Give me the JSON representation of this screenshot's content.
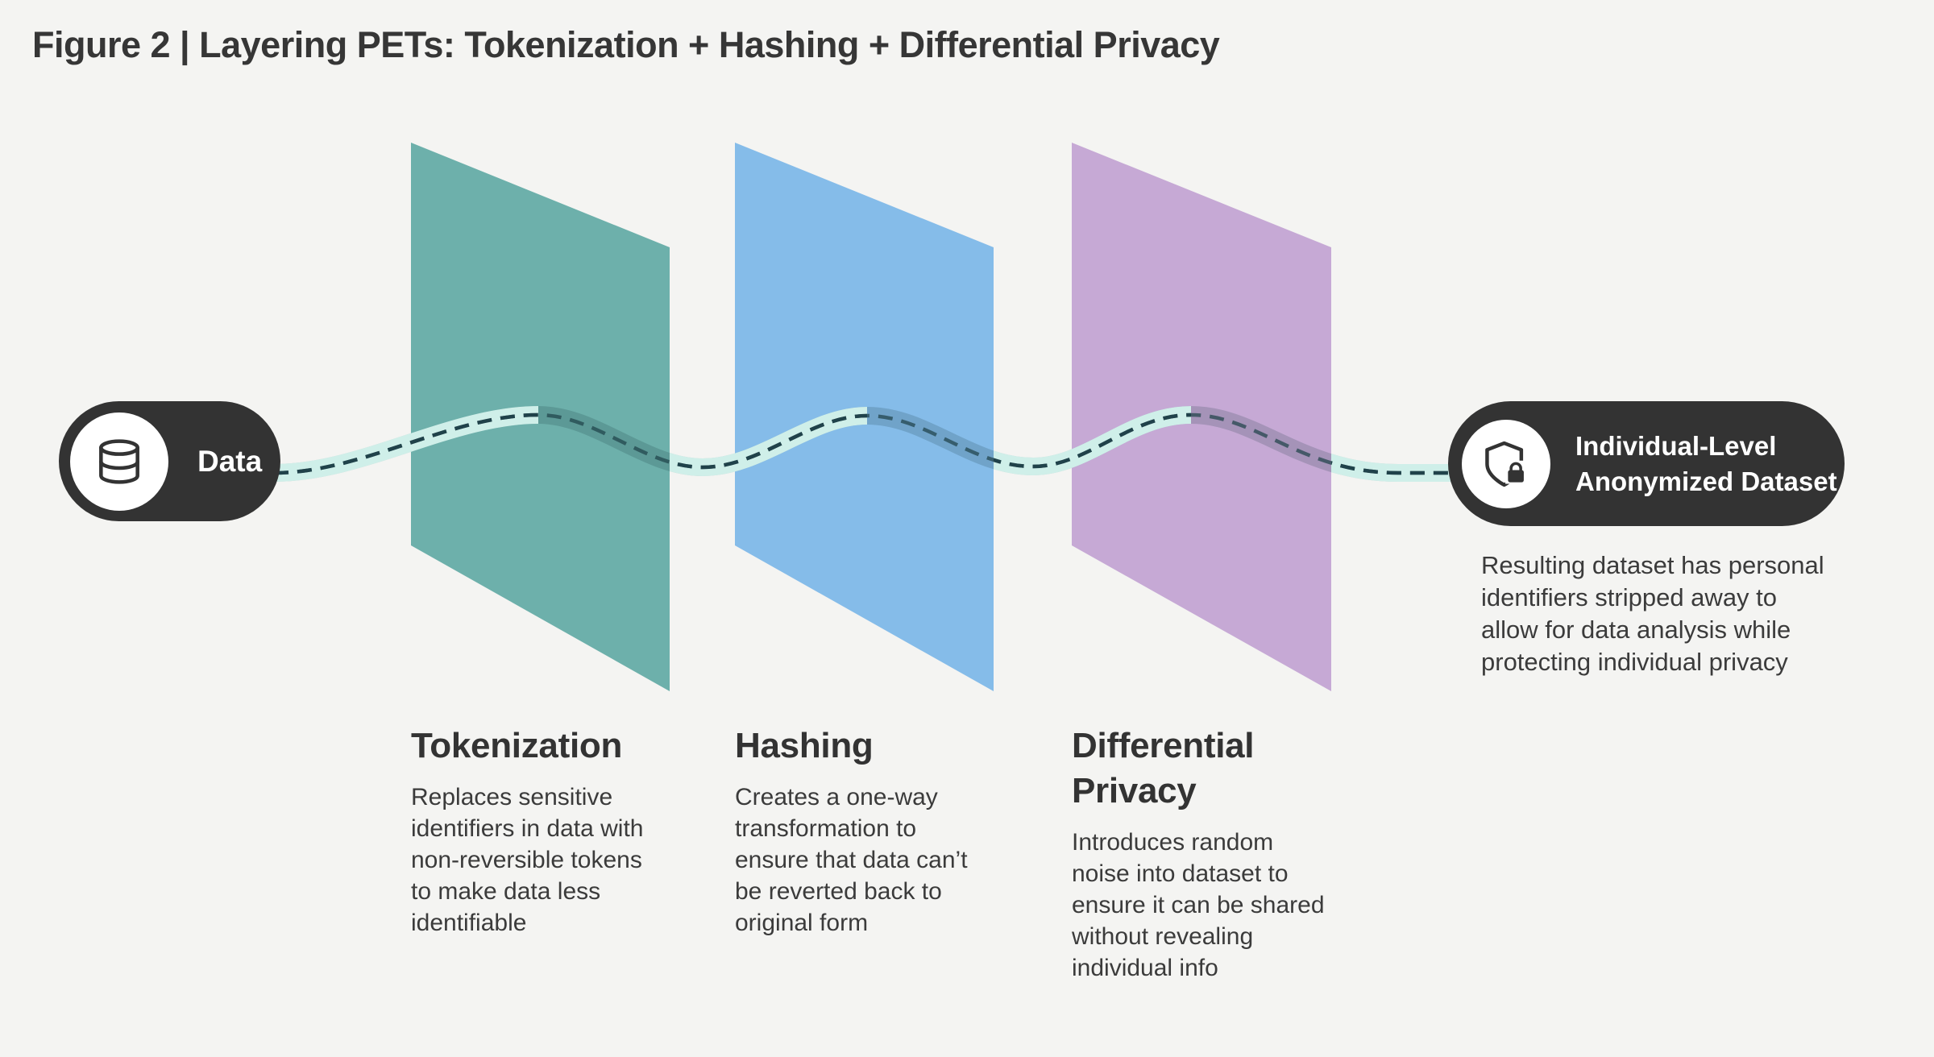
{
  "title": "Figure 2 | Layering PETs: Tokenization + Hashing + Differential Privacy",
  "source": {
    "label": "Data",
    "icon": "database-icon"
  },
  "layers": [
    {
      "heading": "Tokenization",
      "description": "Replaces sensitive\nidentifiers in data with\nnon-reversible tokens\nto make data less\nidentifiable",
      "color": "#6DB0AB"
    },
    {
      "heading": "Hashing",
      "description": "Creates a one-way\ntransformation to\nensure that data can’t\nbe reverted back to\noriginal form",
      "color": "#85BCE9"
    },
    {
      "heading": "Differential\nPrivacy",
      "description": "Introduces random\nnoise into dataset to\nensure it can be shared\nwithout revealing\nindividual info",
      "color": "#C6A9D5"
    }
  ],
  "result": {
    "label": "Individual-Level\nAnonymized Dataset",
    "icon": "shield-lock-icon",
    "description": "Resulting dataset has personal\nidentifiers stripped away to\nallow for data analysis while\nprotecting individual privacy"
  },
  "colors": {
    "background": "#f4f4f2",
    "pill": "#333333",
    "ribbon_mint": "#cfefe9",
    "ribbon_shadow": "rgba(17,48,58,0.18)",
    "dash": "#20424a",
    "icon_stroke": "#333333"
  }
}
